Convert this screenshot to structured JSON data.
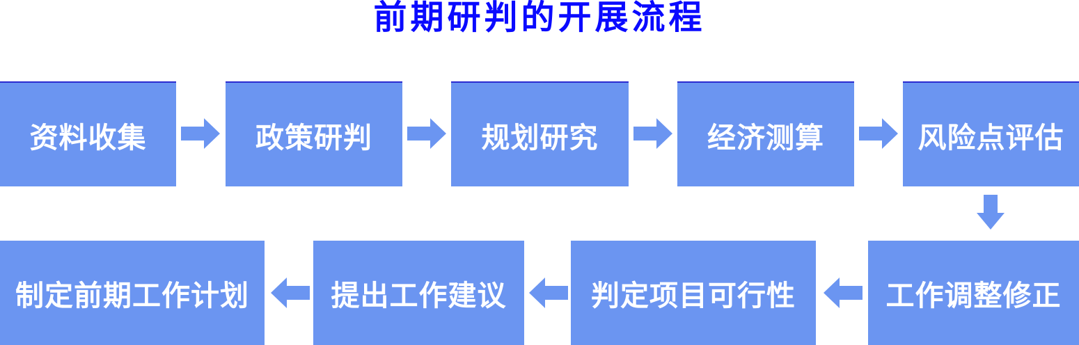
{
  "title": "前期研判的开展流程",
  "colors": {
    "title_text": "#0a0aff",
    "box_fill": "#6b95f1",
    "box_text": "#ffffff",
    "box_top_border": "#2b2bd0",
    "arrow": "#6b95f1",
    "background": "#ffffff"
  },
  "flow": {
    "top_row": [
      {
        "label": "资料收集"
      },
      {
        "label": "政策研判"
      },
      {
        "label": "规划研究"
      },
      {
        "label": "经济测算"
      },
      {
        "label": "风险点评估"
      }
    ],
    "bottom_row": [
      {
        "label": "制定前期工作计划"
      },
      {
        "label": "提出工作建议"
      },
      {
        "label": "判定项目可行性"
      },
      {
        "label": "工作调整修正"
      }
    ],
    "sequence": [
      "资料收集",
      "政策研判",
      "规划研究",
      "经济测算",
      "风险点评估",
      "工作调整修正",
      "判定项目可行性",
      "提出工作建议",
      "制定前期工作计划"
    ]
  }
}
